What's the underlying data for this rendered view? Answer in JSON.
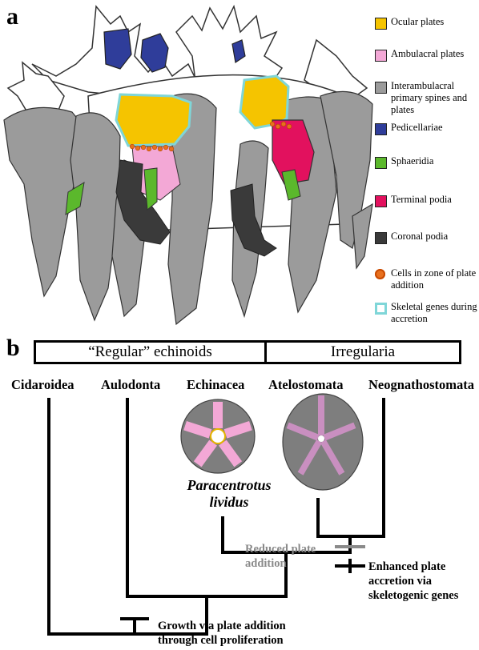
{
  "panel_a": {
    "letter": "a",
    "legend": [
      {
        "key": "ocular",
        "label": "Ocular plates",
        "color": "#f5c400",
        "kind": "square"
      },
      {
        "key": "ambulacral",
        "label": "Ambulacral plates",
        "color": "#f3a8d6",
        "kind": "square"
      },
      {
        "key": "interambulacral",
        "label": "Interambulacral primary spines and plates",
        "color": "#9b9b9b",
        "kind": "square"
      },
      {
        "key": "pedicellariae",
        "label": "Pedicellariae",
        "color": "#2f3d9a",
        "kind": "square"
      },
      {
        "key": "sphaeridia",
        "label": "Sphaeridia",
        "color": "#5bb82c",
        "kind": "square"
      },
      {
        "key": "terminal",
        "label": "Terminal podia",
        "color": "#e2115e",
        "kind": "square"
      },
      {
        "key": "coronal",
        "label": "Coronal podia",
        "color": "#3a3a3a",
        "kind": "square"
      },
      {
        "key": "cells",
        "label": "Cells in zone of plate addition",
        "color": "#e8701e",
        "kind": "dot"
      },
      {
        "key": "skeletal",
        "label": "Skeletal genes during accretion",
        "color": "#7fd6d8",
        "kind": "outline"
      }
    ]
  },
  "panel_b": {
    "letter": "b",
    "groups": [
      {
        "label": "“Regular” echinoids"
      },
      {
        "label": "Irregularia"
      }
    ],
    "clades": [
      "Cidaroidea",
      "Aulodonta",
      "Echinacea",
      "Atelostomata",
      "Neognathostomata"
    ],
    "species": "Paracentrotus lividus",
    "events": {
      "reduced": "Reduced plate addition",
      "enhanced": "Enhanced plate accretion via skeletogenic genes",
      "growth": "Growth via plate addition through cell proliferation"
    },
    "colors": {
      "reduced": "#8a8a8a",
      "tree": "#000000"
    }
  }
}
